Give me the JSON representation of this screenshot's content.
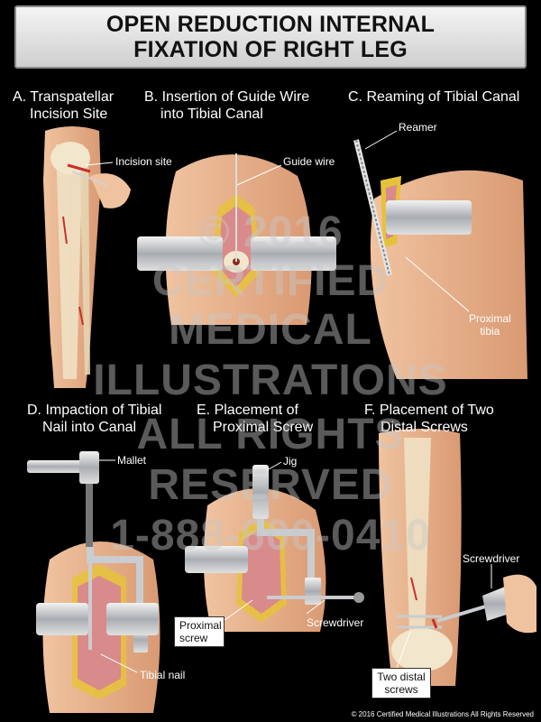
{
  "title": {
    "line1": "OPEN REDUCTION INTERNAL",
    "line2": "FIXATION OF RIGHT LEG"
  },
  "panels": {
    "a": {
      "label_line1": "A. Transpatellar",
      "label_line2": "Incision Site"
    },
    "b": {
      "label_line1": "B. Insertion of Guide Wire",
      "label_line2": "into Tibial Canal"
    },
    "c": {
      "label_line1": "C. Reaming of Tibial Canal"
    },
    "d": {
      "label_line1": "D. Impaction of Tibial",
      "label_line2": "Nail into Canal"
    },
    "e": {
      "label_line1": "E. Placement of",
      "label_line2": "Proximal Screw"
    },
    "f": {
      "label_line1": "F. Placement of Two",
      "label_line2": "Distal Screws"
    }
  },
  "callouts": {
    "incision_site": "Incision site",
    "guide_wire": "Guide wire",
    "reamer": "Reamer",
    "proximal_tibia_line1": "Proximal",
    "proximal_tibia_line2": "tibia",
    "mallet": "Mallet",
    "tibial_nail": "Tibial nail",
    "jig": "Jig",
    "proximal_screw_line1": "Proximal",
    "proximal_screw_line2": "screw",
    "screwdriver_e": "Screwdriver",
    "screwdriver_f": "Screwdriver",
    "two_distal_line1": "Two distal",
    "two_distal_line2": "screws"
  },
  "watermark": {
    "line1": "© 2016",
    "line2": "CERTIFIED",
    "line3": "MEDICAL",
    "line4": "ILLUSTRATIONS",
    "line5": "ALL RIGHTS",
    "line6": "RESERVED",
    "line7": "1-888-600-0410"
  },
  "copyright": "© 2016 Certified Medical Illustrations All Rights Reserved",
  "colors": {
    "skin": "#e8b48f",
    "bone": "#efe1c4",
    "blood": "#c8302a",
    "metal": "#c9ccd0"
  }
}
